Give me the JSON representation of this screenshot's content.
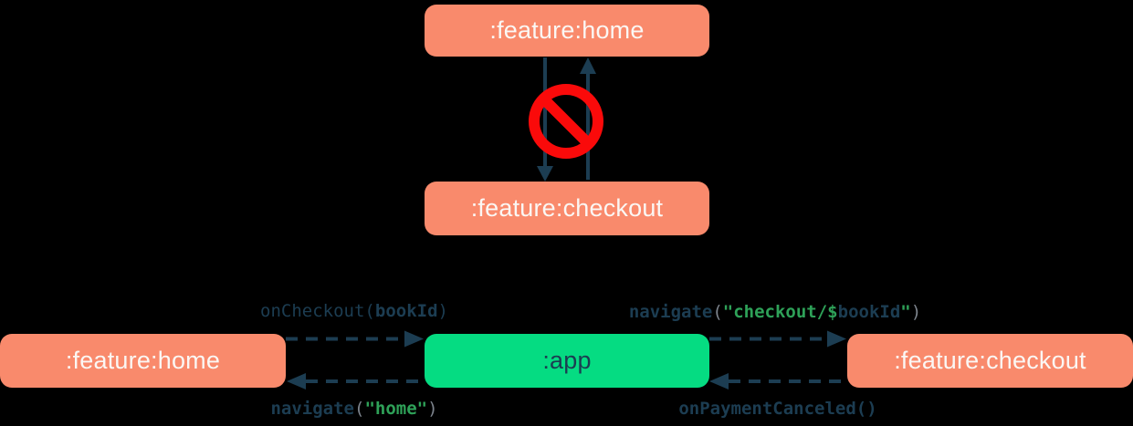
{
  "colors": {
    "background": "#000000",
    "module_fill": "#F98A6C",
    "module_text": "#FBF7F4",
    "app_fill": "#05DC82",
    "arrow_navy": "#1C3D52",
    "code_green": "#2EA158",
    "code_gray": "#7D848D",
    "forbidden_red": "#FA0A0A"
  },
  "top_diagram": {
    "home": ":feature:home",
    "checkout": ":feature:checkout",
    "forbidden_icon": "no-entry"
  },
  "bottom_diagram": {
    "home": ":feature:home",
    "app": ":app",
    "checkout": ":feature:checkout"
  },
  "code_labels": {
    "on_checkout": {
      "segments": [
        {
          "text": "onCheckout(",
          "color": "arrow_navy",
          "bold": false
        },
        {
          "text": "bookId",
          "color": "arrow_navy",
          "bold": true
        },
        {
          "text": ")",
          "color": "arrow_navy",
          "bold": false
        }
      ]
    },
    "navigate_checkout": {
      "segments": [
        {
          "text": "navigate",
          "color": "arrow_navy",
          "bold": true
        },
        {
          "text": "(",
          "color": "code_gray",
          "bold": false
        },
        {
          "text": "\"checkout/",
          "color": "code_green",
          "bold": true
        },
        {
          "text": "$",
          "color": "code_green",
          "bold": true
        },
        {
          "text": "bookId",
          "color": "arrow_navy",
          "bold": true
        },
        {
          "text": "\"",
          "color": "code_green",
          "bold": true
        },
        {
          "text": ")",
          "color": "code_gray",
          "bold": false
        }
      ]
    },
    "navigate_home": {
      "segments": [
        {
          "text": "navigate",
          "color": "arrow_navy",
          "bold": true
        },
        {
          "text": "(",
          "color": "code_gray",
          "bold": false
        },
        {
          "text": "\"home\"",
          "color": "code_green",
          "bold": true
        },
        {
          "text": ")",
          "color": "code_gray",
          "bold": false
        }
      ]
    },
    "on_payment_canceled": {
      "segments": [
        {
          "text": "onPaymentCanceled()",
          "color": "arrow_navy",
          "bold": true
        }
      ]
    }
  }
}
